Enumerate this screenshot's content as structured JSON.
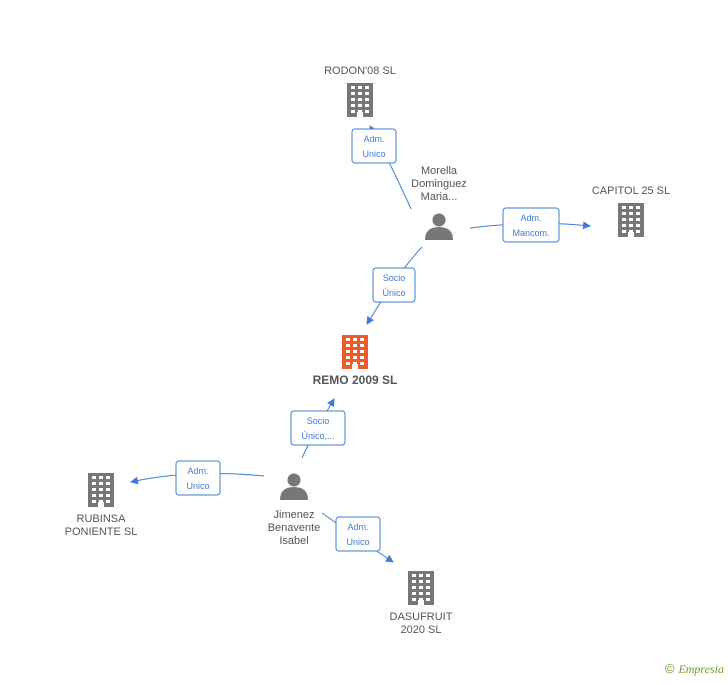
{
  "colors": {
    "accent": "#3d7ed6",
    "company": "#777777",
    "focus_company": "#ef5a2a",
    "person": "#777777",
    "text": "#555555",
    "brand": "#6d9f2a"
  },
  "nodes": [
    {
      "id": "rodon",
      "kind": "company",
      "lines": [
        "RODON'08 SL"
      ]
    },
    {
      "id": "morella",
      "kind": "person",
      "lines": [
        "Morella",
        "Dominguez",
        "Maria..."
      ]
    },
    {
      "id": "capitol",
      "kind": "company",
      "lines": [
        "CAPITOL 25 SL"
      ]
    },
    {
      "id": "remo",
      "kind": "company",
      "focus": true,
      "lines": [
        "REMO 2009 SL"
      ]
    },
    {
      "id": "jimenez",
      "kind": "person",
      "lines": [
        "Jimenez",
        "Benavente",
        "Isabel"
      ]
    },
    {
      "id": "rubinsa",
      "kind": "company",
      "lines": [
        "RUBINSA",
        "PONIENTE SL"
      ]
    },
    {
      "id": "dasufruit",
      "kind": "company",
      "lines": [
        "DASUFRUIT",
        "2020 SL"
      ]
    }
  ],
  "edges": [
    {
      "from": "morella",
      "to": "rodon",
      "label": [
        "Adm.",
        "Unico"
      ]
    },
    {
      "from": "morella",
      "to": "capitol",
      "label": [
        "Adm.",
        "Mancom."
      ]
    },
    {
      "from": "morella",
      "to": "remo",
      "label": [
        "Socio",
        "Único"
      ]
    },
    {
      "from": "jimenez",
      "to": "remo",
      "label": [
        "Socio",
        "Único,..."
      ]
    },
    {
      "from": "jimenez",
      "to": "rubinsa",
      "label": [
        "Adm.",
        "Unico"
      ]
    },
    {
      "from": "jimenez",
      "to": "dasufruit",
      "label": [
        "Adm.",
        "Unico"
      ]
    }
  ],
  "footer": {
    "copyright_symbol": "©",
    "brand": "Empresia"
  }
}
